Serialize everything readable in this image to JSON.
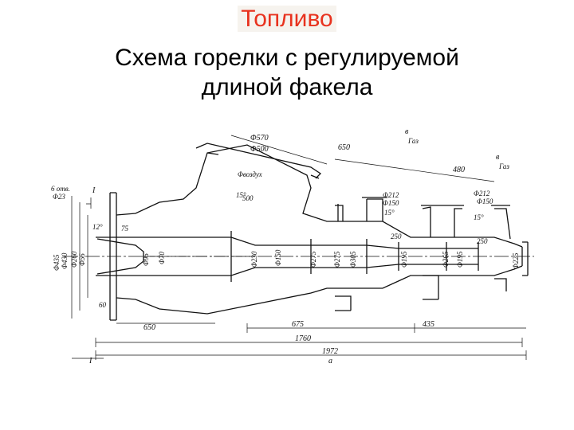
{
  "slide": {
    "title": "Топливо",
    "subtitle_line1": "Схема горелки с регулируемой",
    "subtitle_line2": "длиной факела",
    "title_color": "#e8321e"
  },
  "drawing": {
    "section_mark": "I",
    "section_mark_bottom": "I",
    "holes_label_1": "6 отв.",
    "holes_label_2": "Φ23",
    "air_label": "Газ",
    "air_label_2": "Газ",
    "mark_b": "в",
    "mark_b2": "в",
    "dims": {
      "d570": "Φ570",
      "d500": "Φ500",
      "d650_top": "650",
      "d480": "480",
      "d212_a": "Φ212",
      "d150_a": "Φ150",
      "d212_b": "Φ212",
      "d150_b": "Φ150",
      "d250_a": "250",
      "d250_b": "250",
      "d500_vert": "500",
      "vozduh": "Φвоздух",
      "angle15_a": "15°",
      "angle15_b": "15°",
      "angle15_c": "15°",
      "angle12": "12°",
      "d75": "75",
      "d435": "Φ435",
      "d430": "Φ430",
      "d260": "Φ260",
      "d55": "Φ55",
      "d95": "Φ95",
      "d70": "Φ70",
      "d230": "Φ230",
      "d150_c": "Φ150",
      "d275_a": "Φ275",
      "d275_b": "Φ275",
      "d305": "Φ305",
      "d195": "Φ195",
      "d195_b": "Φ195",
      "d265": "Φ265",
      "d225": "Φ225",
      "d60": "60",
      "d650_bottom": "650",
      "d675": "675",
      "d435_len": "435",
      "d1760": "1760",
      "d1972": "1972",
      "mark_a": "a"
    }
  }
}
